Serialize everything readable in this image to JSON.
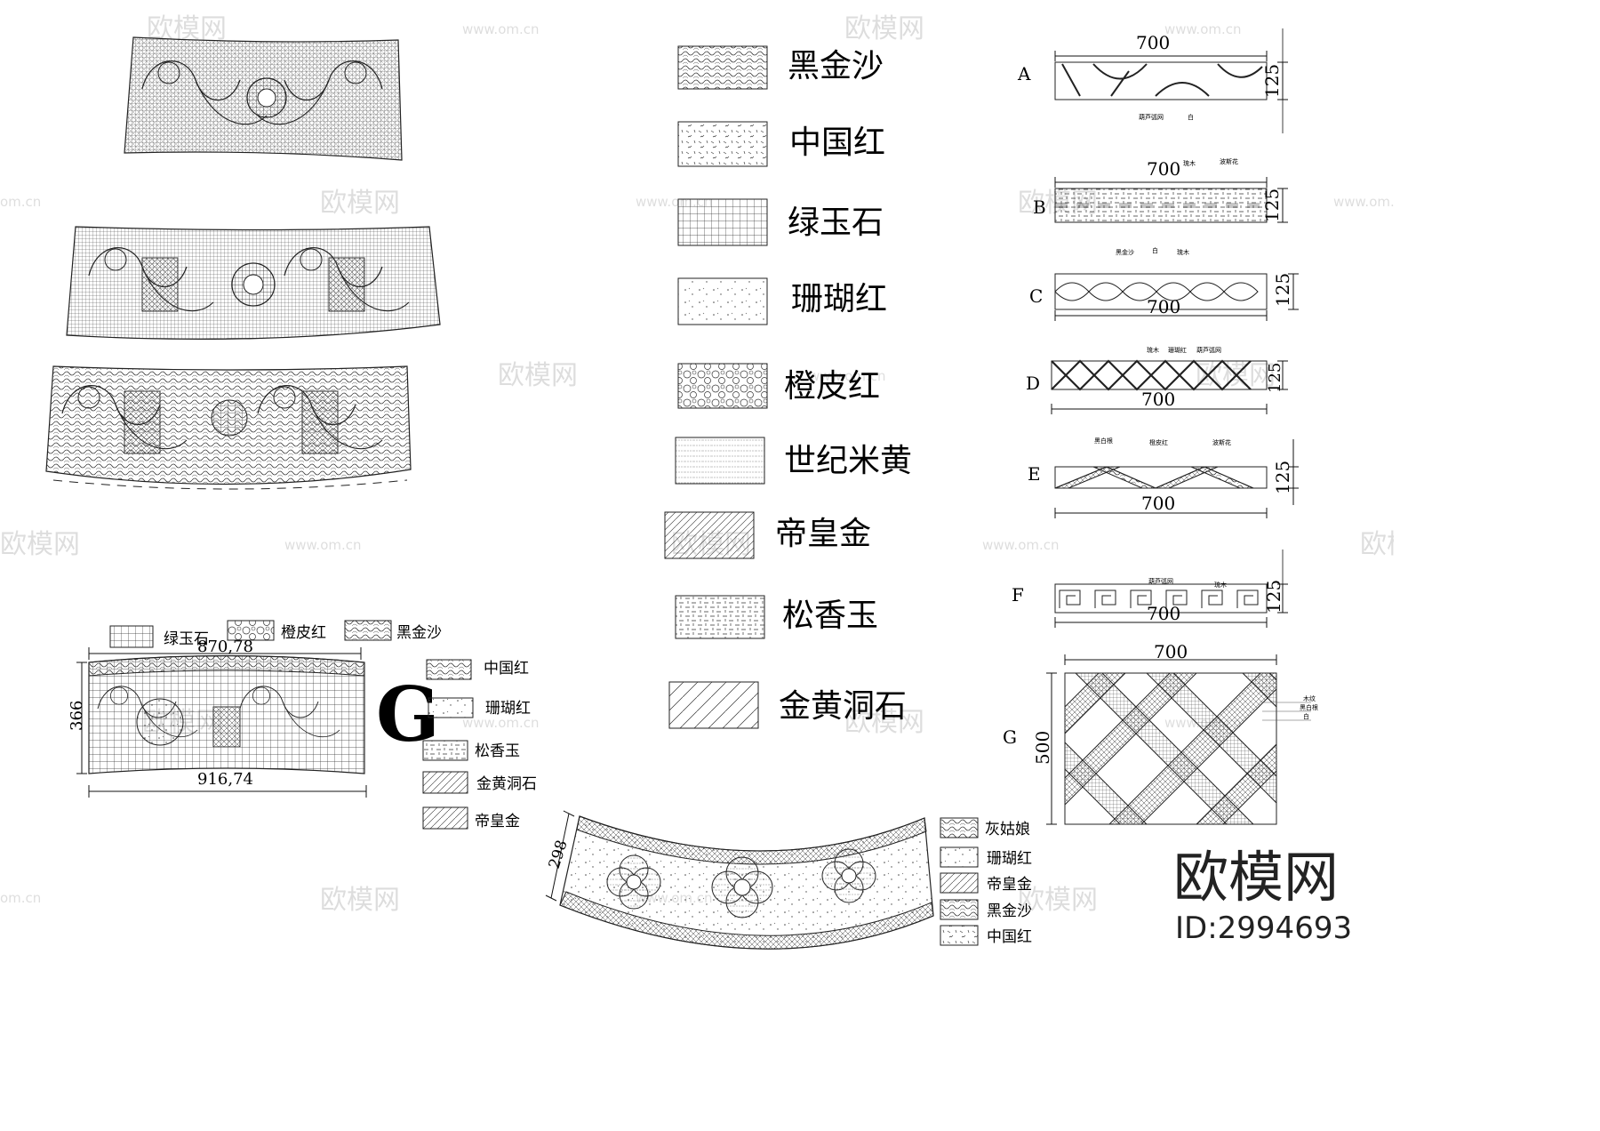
{
  "legend_main": [
    {
      "label": "黑金沙",
      "pattern": "p-waves"
    },
    {
      "label": "中国红",
      "pattern": "p-ticks"
    },
    {
      "label": "绿玉石",
      "pattern": "p-grid"
    },
    {
      "label": "珊瑚红",
      "pattern": "p-dots"
    },
    {
      "label": "橙皮红",
      "pattern": "p-circles"
    },
    {
      "label": "世纪米黄",
      "pattern": "p-hlines"
    },
    {
      "label": "帝皇金",
      "pattern": "p-diag"
    },
    {
      "label": "松香玉",
      "pattern": "p-dash"
    },
    {
      "label": "金黄洞石",
      "pattern": "p-diagwide"
    }
  ],
  "panels": [
    {
      "letter": "A",
      "width": "700",
      "height": "125",
      "notes": [
        "葫芦弧网",
        "白"
      ]
    },
    {
      "letter": "B",
      "width": "700",
      "height": "125",
      "notes": [
        "琉木",
        "波斯花"
      ]
    },
    {
      "letter": "C",
      "width": "700",
      "height": "125",
      "notes": [
        "黑金沙",
        "白",
        "琉木"
      ]
    },
    {
      "letter": "D",
      "width": "700",
      "height": "125",
      "notes": [
        "琉木",
        "珊瑚红",
        "葫芦弧网"
      ]
    },
    {
      "letter": "E",
      "width": "700",
      "height": "125",
      "notes": [
        "黑白根",
        "橙皮红",
        "波斯花"
      ]
    },
    {
      "letter": "F",
      "width": "700",
      "height": "125",
      "notes": [
        "葫芦弧网",
        "琉木"
      ]
    },
    {
      "letter": "G",
      "width": "700",
      "height": "500",
      "notes": [
        "木纹",
        "黑白根",
        "白"
      ]
    }
  ],
  "band_g": {
    "letter": "G",
    "top_dim": "870,78",
    "bottom_dim": "916,74",
    "side_dim": "366",
    "legend_top": [
      "绿玉石",
      "橙皮红",
      "黑金沙"
    ],
    "legend_right": [
      "中国红",
      "珊瑚红",
      "松香玉",
      "金黄洞石",
      "帝皇金"
    ]
  },
  "arc_panel": {
    "side_dim": "298",
    "legend": [
      "灰姑娘",
      "珊瑚红",
      "帝皇金",
      "黑金沙",
      "中国红"
    ]
  },
  "watermark": {
    "brand": "欧模网",
    "url": "www.om.cn",
    "url_short": "om.cn",
    "id": "ID:2994693"
  }
}
